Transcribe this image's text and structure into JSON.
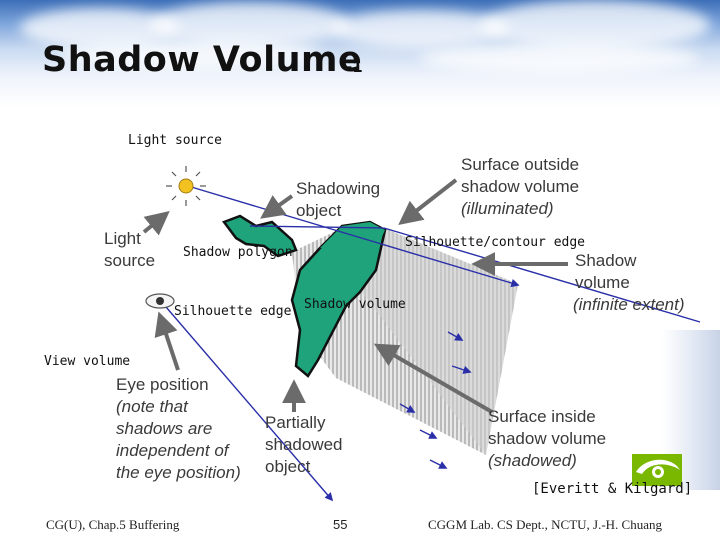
{
  "slide": {
    "title": "Shadow Volume",
    "title_suffix": "-1"
  },
  "labels": {
    "light_source": "Light source",
    "shadow_polygon": "Shadow polygon",
    "silhouette_contour_edge": "Silhouette/contour edge",
    "silhouette_edge": "Silhouette edge",
    "shadow_volume": "Shadow volume",
    "view_volume": "View volume"
  },
  "figure": {
    "light_line1": "Light",
    "light_line2": "source",
    "shadowing_line1": "Shadowing",
    "shadowing_line2": "object",
    "outside_line1": "Surface outside",
    "outside_line2": "shadow volume",
    "outside_line3": "(illuminated)",
    "volume_line1": "Shadow",
    "volume_line2": "volume",
    "volume_line3": "(infinite extent)",
    "eye_line1": "Eye position",
    "eye_line2": "(note that",
    "eye_line3": "shadows are",
    "eye_line4": "independent of",
    "eye_line5": "the eye position)",
    "partial_line1": "Partially",
    "partial_line2": "shadowed",
    "partial_line3": "object",
    "inside_line1": "Surface inside",
    "inside_line2": "shadow volume",
    "inside_line3": "(shadowed)",
    "citation": "[Everitt & Kilgard]"
  },
  "footer": {
    "left": "CG(U), Chap.5 Buffering",
    "page": "55",
    "right": "CGGM Lab. CS Dept., NCTU, J.-H. Chuang"
  },
  "colors": {
    "green": "#1fa37a",
    "line_blue": "#2a2fa8",
    "arrow_gray": "#6b6b6b",
    "text_gray": "#3a3a3a"
  },
  "icons": [
    "sun-icon",
    "eye-icon",
    "nvidia-logo-icon"
  ]
}
